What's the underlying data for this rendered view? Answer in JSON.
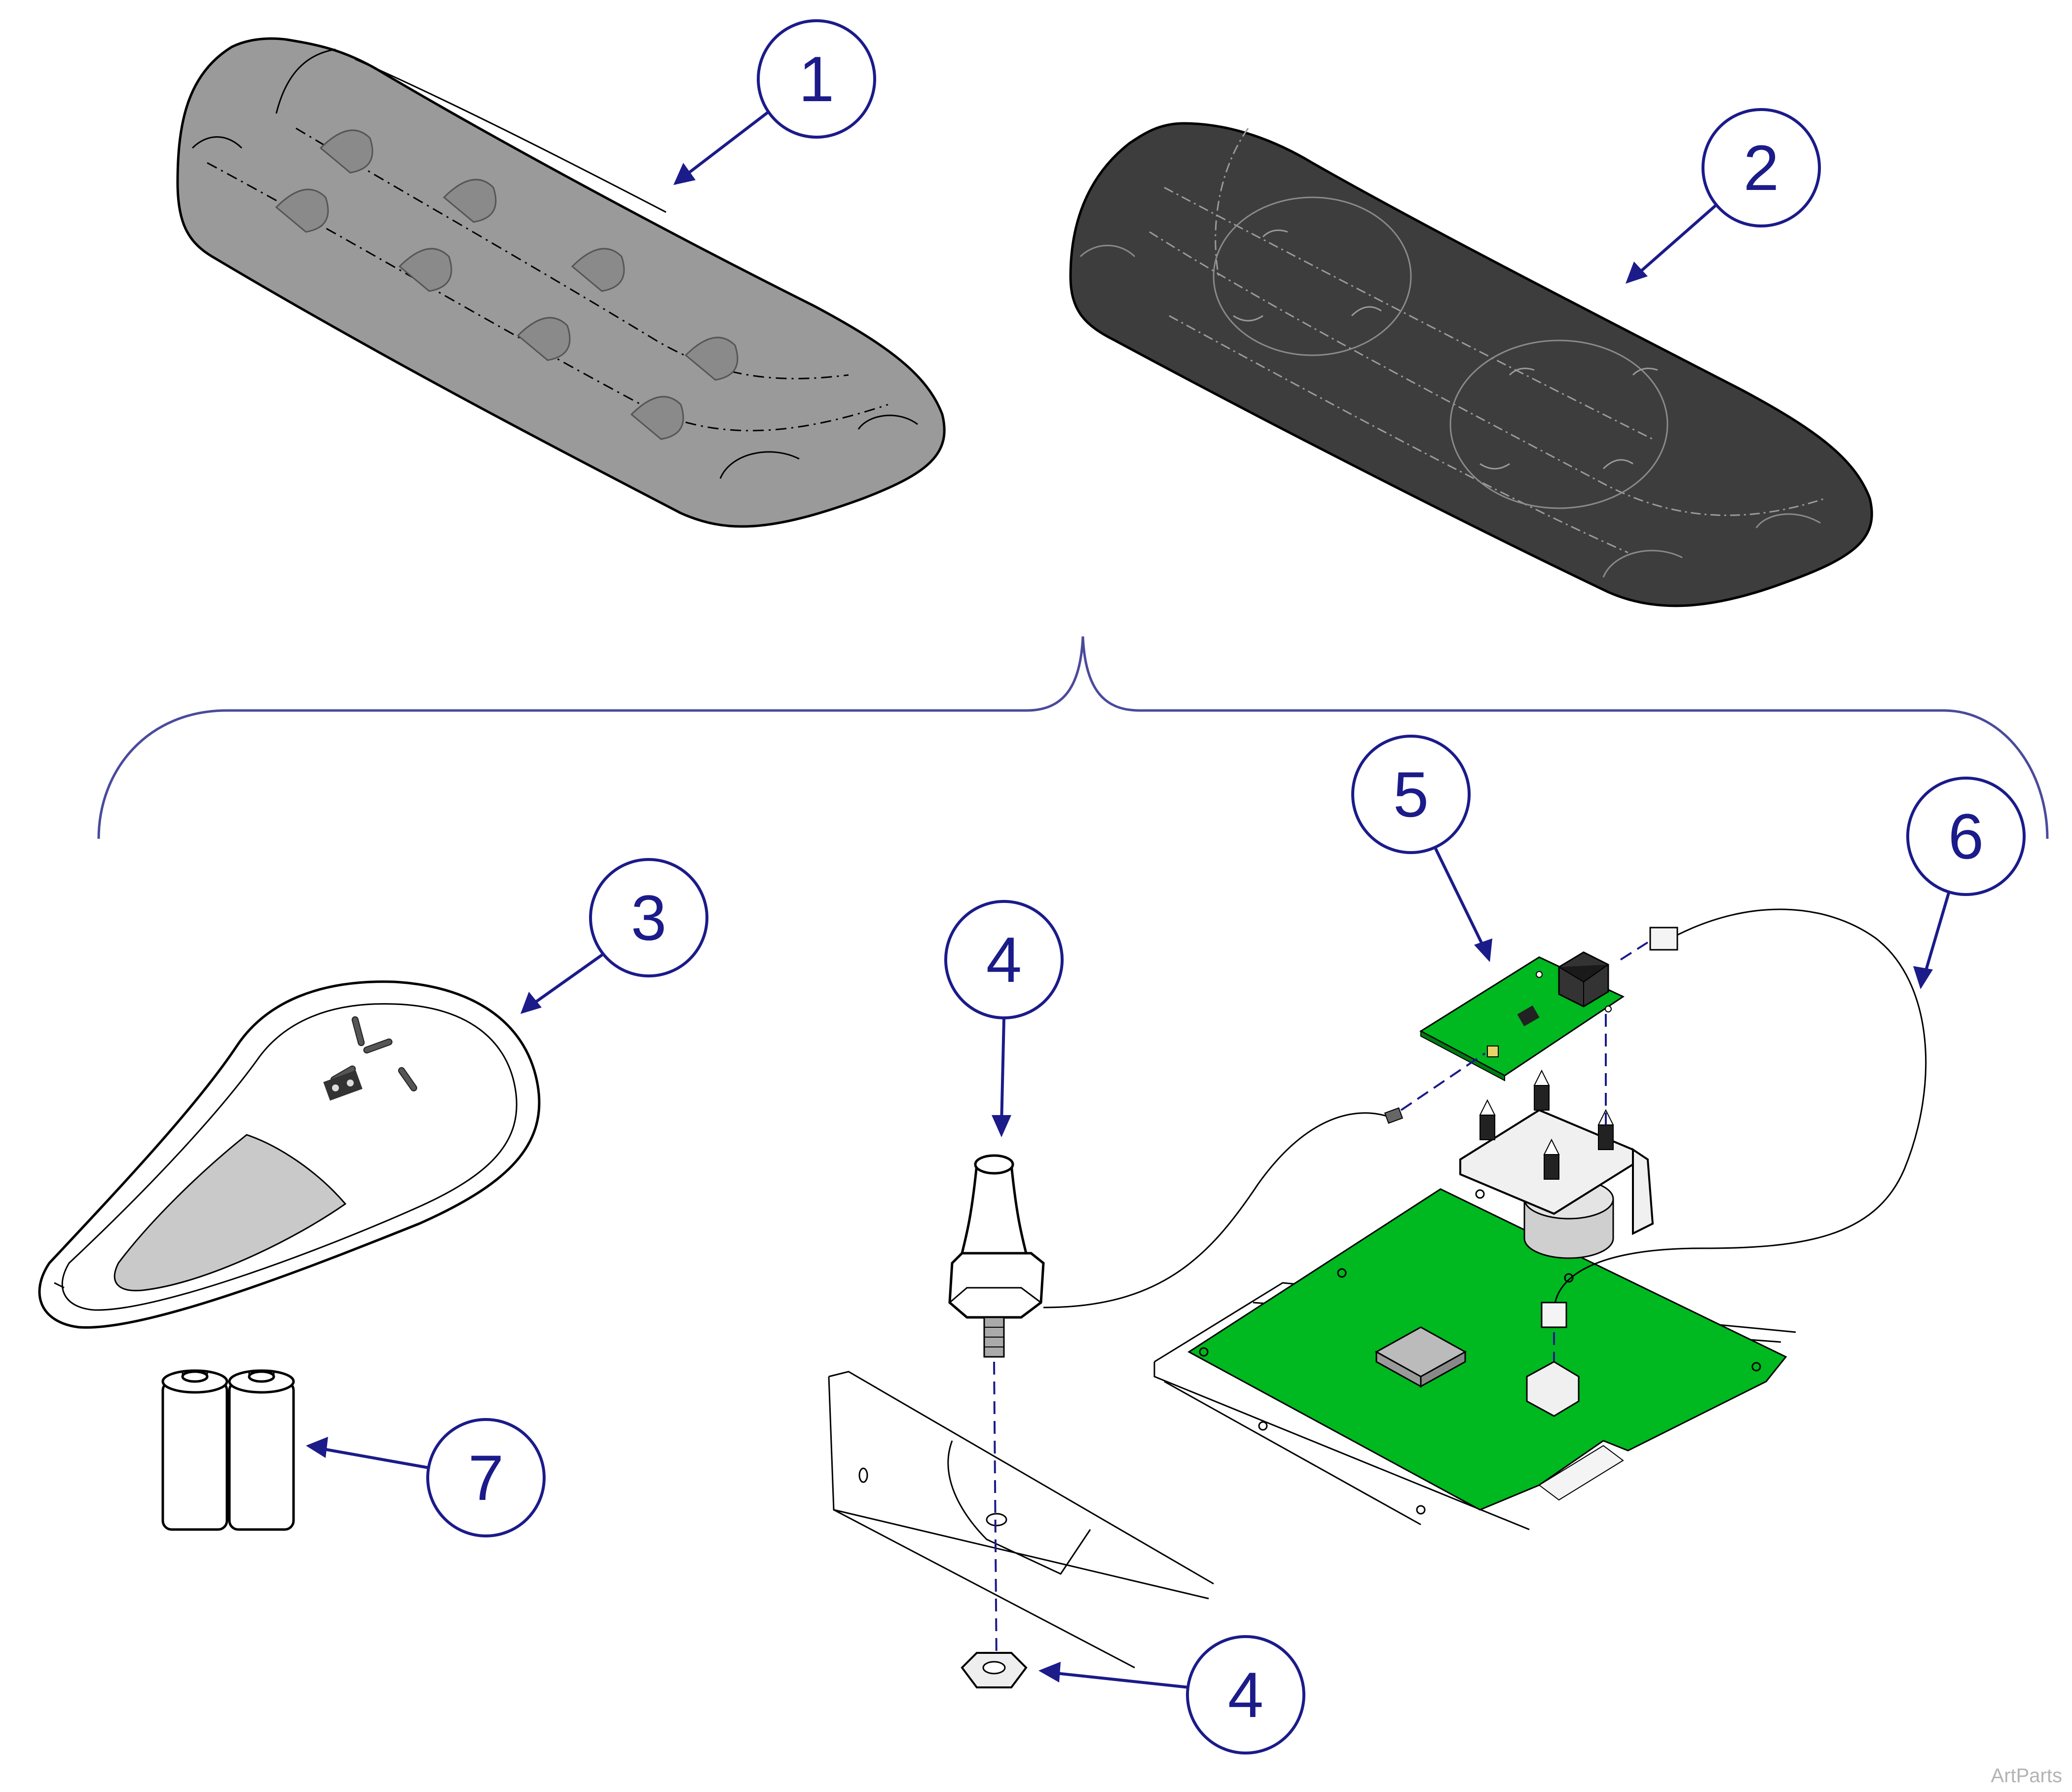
{
  "callouts": [
    {
      "label": "1",
      "part": "cushion-gray"
    },
    {
      "label": "2",
      "part": "cushion-charcoal"
    },
    {
      "label": "3",
      "part": "remote-control"
    },
    {
      "label": "4",
      "part": "antenna"
    },
    {
      "label": "5",
      "part": "receiver-board"
    },
    {
      "label": "6",
      "part": "cable"
    },
    {
      "label": "7",
      "part": "batteries"
    },
    {
      "label": "4",
      "part": "nut"
    }
  ],
  "credit": "ArtParts",
  "colors": {
    "callout": "#1b1b8a",
    "cushion_gray": "#9a9a9a",
    "cushion_charcoal": "#3d3d3d",
    "pcb_green": "#00b81f",
    "remote_gray": "#c9c9c9"
  }
}
